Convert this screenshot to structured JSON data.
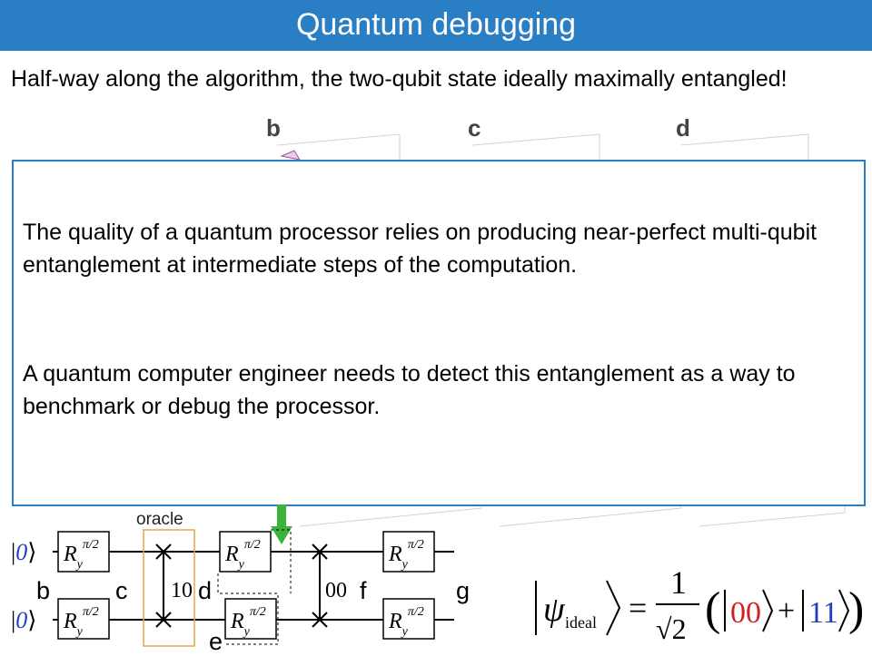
{
  "header": {
    "title": "Quantum debugging"
  },
  "intro_text": "Half-way along the algorithm, the two-qubit state ideally maximally entangled!",
  "panels": {
    "b": "b",
    "c": "c",
    "d": "d"
  },
  "overlay": {
    "paragraph1": "The quality of a quantum processor relies on producing near-perfect multi-qubit entanglement at intermediate steps of the computation.",
    "paragraph2": "A quantum computer engineer needs to detect this entanglement as a way to benchmark or debug the processor."
  },
  "circuit": {
    "oracle_label": "oracle",
    "qubit_state": "|0⟩",
    "gate_label": "R",
    "gate_sub": "y",
    "gate_sup": "π/2",
    "oracle_value": "10",
    "middle_value": "00",
    "steps": {
      "b": "b",
      "c": "c",
      "d": "d",
      "e": "e",
      "f": "f",
      "g": "g"
    }
  },
  "formula": {
    "psi": "ψ",
    "subscript": "ideal",
    "numerator": "1",
    "denominator": "√2",
    "ket00": "00",
    "ket11": "11",
    "plus": "+"
  },
  "colors": {
    "title_bar": "#2a7fc4",
    "arrow": "#3bb33b",
    "oracle_box": "#e2a84a",
    "ket00": "#d02020",
    "ket11": "#2040c0"
  }
}
